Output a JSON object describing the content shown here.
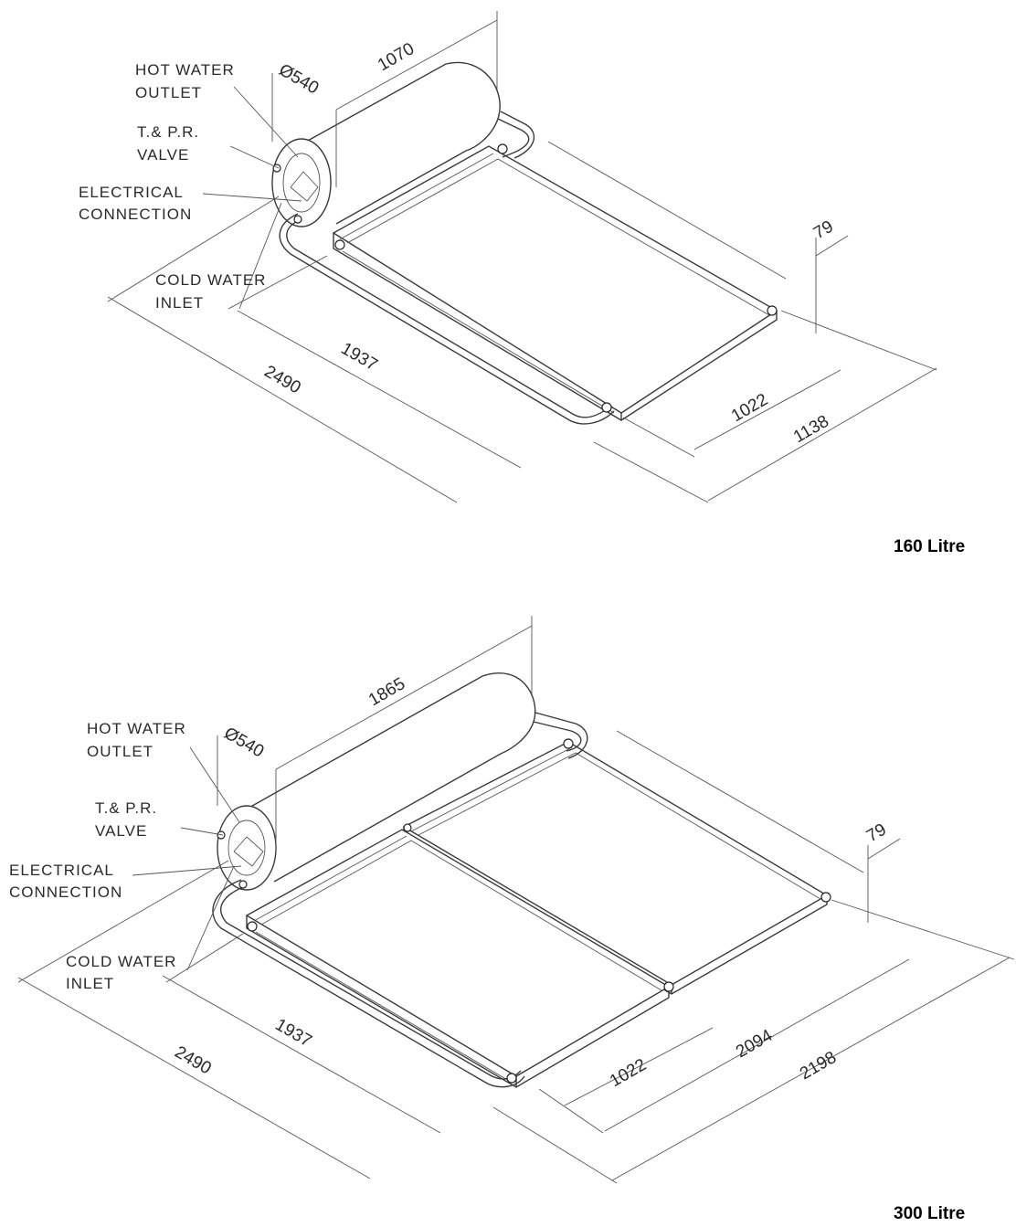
{
  "diagrams": [
    {
      "caption": "160 Litre",
      "labels": {
        "hot_water_outlet": [
          "HOT WATER",
          "OUTLET"
        ],
        "tp_valve": [
          "T.& P.R.",
          "VALVE"
        ],
        "electrical_connection": [
          "ELECTRICAL",
          "CONNECTION"
        ],
        "cold_water_inlet": [
          "COLD  WATER",
          "INLET"
        ]
      },
      "dimensions": {
        "tank_length": "1070",
        "tank_diameter": "Ø540",
        "panel_thickness": "79",
        "panel_length": "1937",
        "overall_length": "2490",
        "panel_width": "1022",
        "overall_width": "1138"
      }
    },
    {
      "caption": "300 Litre",
      "labels": {
        "hot_water_outlet": [
          "HOT WATER",
          "OUTLET"
        ],
        "tp_valve": [
          "T.& P.R.",
          "VALVE"
        ],
        "electrical_connection": [
          "ELECTRICAL",
          "CONNECTION"
        ],
        "cold_water_inlet": [
          "COLD  WATER",
          "INLET"
        ]
      },
      "dimensions": {
        "tank_length": "1865",
        "tank_diameter": "Ø540",
        "panel_thickness": "79",
        "panel_length": "1937",
        "overall_length": "2490",
        "panel_width": "1022",
        "panels_width": "2094",
        "overall_width": "2198"
      }
    }
  ]
}
